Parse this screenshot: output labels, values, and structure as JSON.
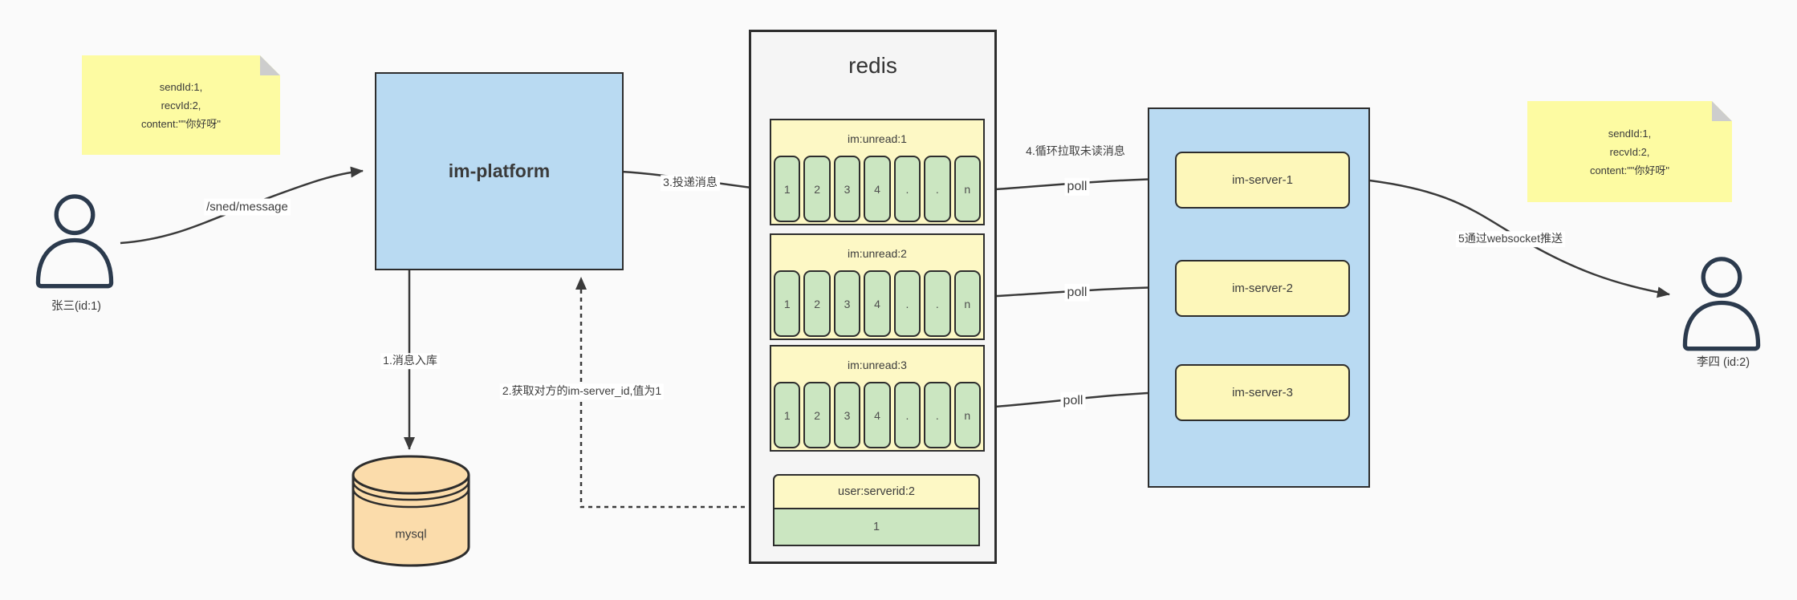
{
  "diagram": {
    "type": "im-message-flow-architecture",
    "background": "#fafafa"
  },
  "colors": {
    "note_yellow": "#fdfba2",
    "note_fold_gray": "#cdcdcd",
    "box_blue": "#b9daf2",
    "block_yellow": "#fdf8c5",
    "cell_green": "#cbe6c1",
    "db_peach": "#fbdcab",
    "redis_gray": "#f5f5f5",
    "line_dark": "#3a3a3a"
  },
  "actors": {
    "sender": "张三(id:1)",
    "receiver": "李四 (id:2)"
  },
  "notes": {
    "left": "sendId:1,\nrecvId:2,\ncontent:\"\"你好呀\"",
    "right": "sendId:1,\nrecvId:2,\ncontent:\"\"你好呀\""
  },
  "platform": {
    "title": "im-platform"
  },
  "database": {
    "label": "mysql"
  },
  "redis": {
    "title": "redis",
    "queues": [
      {
        "name": "im:unread:1",
        "cells": [
          "1",
          "2",
          "3",
          "4",
          ".",
          ".",
          "n"
        ]
      },
      {
        "name": "im:unread:2",
        "cells": [
          "1",
          "2",
          "3",
          "4",
          ".",
          ".",
          "n"
        ]
      },
      {
        "name": "im:unread:3",
        "cells": [
          "1",
          "2",
          "3",
          "4",
          ".",
          ".",
          "n"
        ]
      }
    ],
    "kv": {
      "key": "user:serverid:2",
      "value": "1"
    }
  },
  "servers": [
    {
      "label": "im-server-1"
    },
    {
      "label": "im-server-2"
    },
    {
      "label": "im-server-3"
    }
  ],
  "edges": {
    "send": "/sned/message",
    "step1": "1.消息入库",
    "step2": "2.获取对方的im-server_id,值为1",
    "step3": "3.投递消息",
    "step4": "4.循环拉取未读消息",
    "step5": "5通过websocket推送",
    "poll1": "poll",
    "poll2": "poll",
    "poll3": "poll"
  }
}
